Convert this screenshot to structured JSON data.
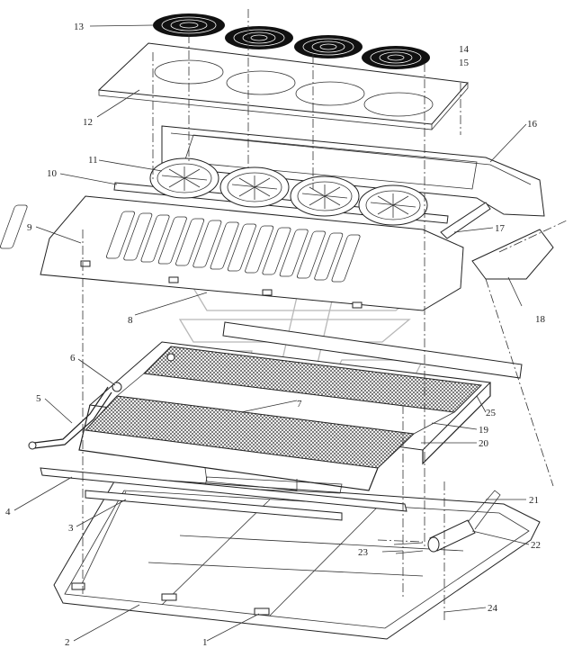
{
  "diagram": {
    "type": "exploded-assembly-drawing",
    "callouts": [
      "1",
      "2",
      "3",
      "4",
      "5",
      "6",
      "7",
      "8",
      "9",
      "10",
      "11",
      "12",
      "13",
      "14",
      "15",
      "16",
      "17",
      "18",
      "19",
      "20",
      "21",
      "22",
      "23",
      "24",
      "25"
    ],
    "parts": [
      {
        "id": "grille",
        "callout": "13",
        "count": 4
      },
      {
        "id": "top-plate",
        "callout": "12"
      },
      {
        "id": "fan",
        "callout": "11",
        "count": 4
      },
      {
        "id": "fan-bracket",
        "callout": "10"
      },
      {
        "id": "front-cover",
        "callout": "9"
      },
      {
        "id": "rear-cover",
        "callout": "16"
      },
      {
        "id": "side-cap",
        "callout": "18"
      },
      {
        "id": "condenser",
        "callout": "7"
      },
      {
        "id": "pipe",
        "callout": "5"
      },
      {
        "id": "base-frame",
        "callout": "2"
      }
    ],
    "colors": {
      "line": "#222222",
      "background": "#ffffff",
      "watermark": "#b8b8b8"
    }
  }
}
